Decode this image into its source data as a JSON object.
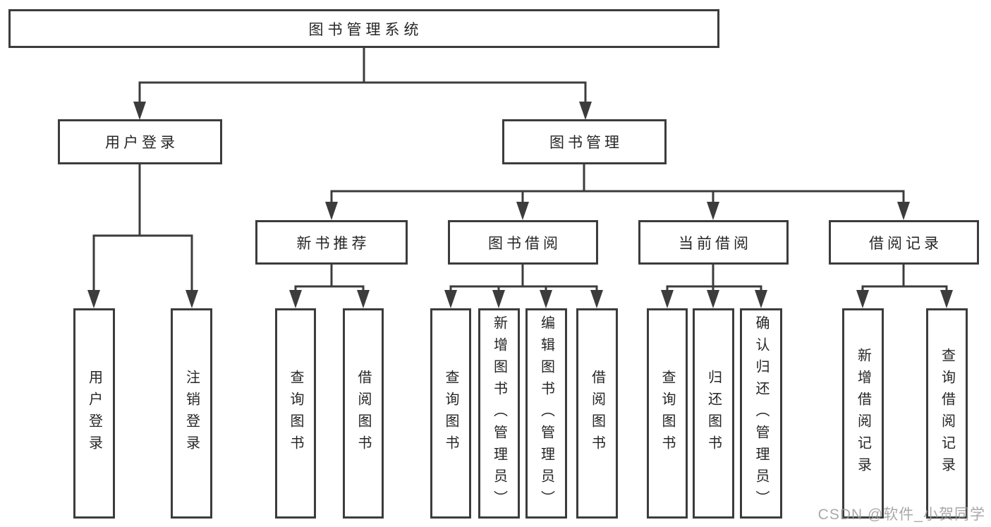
{
  "diagram": {
    "title": "图书管理系统",
    "level2": [
      {
        "label": "用户登录"
      },
      {
        "label": "图书管理"
      }
    ],
    "level3": [
      {
        "label": "新书推荐"
      },
      {
        "label": "图书借阅"
      },
      {
        "label": "当前借阅"
      },
      {
        "label": "借阅记录"
      }
    ],
    "leaves": {
      "user_login": [
        "用户登录",
        "注销登录"
      ],
      "new_book": [
        "查询图书",
        "借阅图书"
      ],
      "book_borrow": [
        "查询图书",
        "新增图书（管理员）",
        "编辑图书（管理员）",
        "借阅图书"
      ],
      "current_borrow": [
        "查询图书",
        "归还图书",
        "确认归还（管理员）"
      ],
      "borrow_records": [
        "新增借阅记录",
        "查询借阅记录"
      ]
    },
    "watermark": "CSDN @软件_小贺同学",
    "colors": {
      "line": "#3c3c3c",
      "text": "#262626",
      "background": "#ffffff",
      "watermark": "#9a9a9a"
    }
  }
}
